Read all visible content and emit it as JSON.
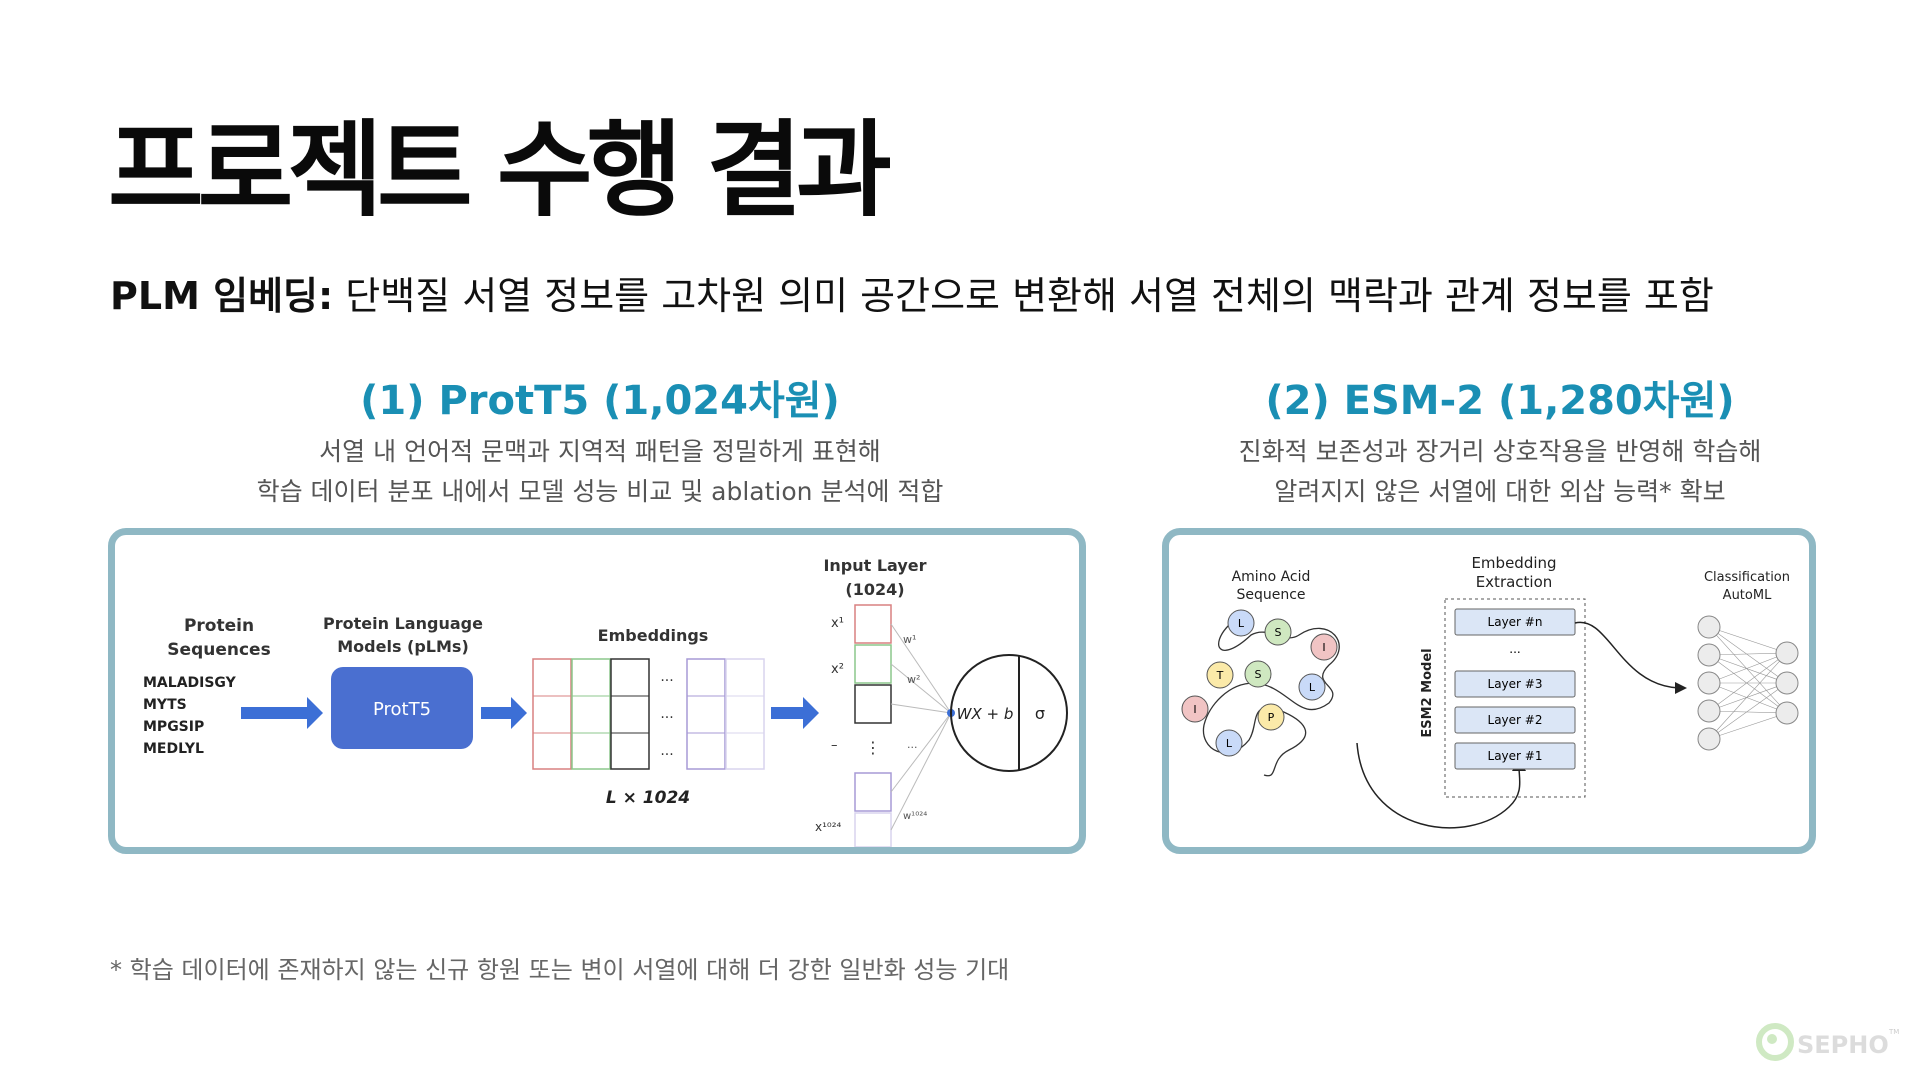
{
  "title": "프로젝트 수행 결과",
  "subtitle": {
    "label": "PLM 임베딩:",
    "text": "단백질 서열 정보를 고차원 의미 공간으로 변환해 서열 전체의 맥락과 관계 정보를 포함"
  },
  "sections": [
    {
      "heading": "(1) ProtT5 (1,024차원)",
      "desc_line1": "서열 내 언어적 문맥과 지역적 패턴을 정밀하게 표현해",
      "desc_line2": "학습 데이터 분포 내에서 모델 성능 비교 및 ablation 분석에 적합",
      "diagram": {
        "protein_title_1": "Protein",
        "protein_title_2": "Sequences",
        "sequences": [
          "MALADISGY",
          "MYTS",
          "MPGSIP",
          "MEDLYL"
        ],
        "plm_title_1": "Protein Language",
        "plm_title_2": "Models (pLMs)",
        "plm_box": "ProtT5",
        "embeddings_title": "Embeddings",
        "embeddings_dim": "L × 1024",
        "dots": "...",
        "input_title_1": "Input Layer",
        "input_title_2": "(1024)",
        "x1": "x¹",
        "x2": "x²",
        "xn": "x¹⁰²⁴",
        "w1": "w¹",
        "w2": "w²",
        "wn": "w¹⁰²⁴",
        "neuron_formula": "WX + b",
        "neuron_activation": "σ",
        "vdots": "⋮",
        "hdots": "···",
        "dash": "–"
      }
    },
    {
      "heading": "(2) ESM-2 (1,280차원)",
      "desc_line1": "진화적 보존성과 장거리 상호작용을 반영해 학습해",
      "desc_line2": "알려지지 않은 서열에 대한 외삽 능력* 확보",
      "diagram": {
        "aa_title_1": "Amino Acid",
        "aa_title_2": "Sequence",
        "residues": [
          "L",
          "S",
          "I",
          "T",
          "S",
          "L",
          "I",
          "P",
          "L"
        ],
        "emb_title_1": "Embedding",
        "emb_title_2": "Extraction",
        "model_label": "ESM2 Model",
        "layers": [
          "Layer #n",
          "Layer #3",
          "Layer #2",
          "Layer #1"
        ],
        "layer_dots": "...",
        "cls_title_1": "Classification",
        "cls_title_2": "AutoML"
      }
    }
  ],
  "footnote": "* 학습 데이터에 존재하지 않는 신규 항원 또는 변이 서열에 대해 더 강한 일반화 성능 기대",
  "logo": {
    "text": "SEPHO",
    "tm": "TM"
  },
  "colors": {
    "accent": "#1a8fb4",
    "frame": "#8fb8c4",
    "protT5_box": "#4a6fd0",
    "arrow": "#3c6fd6",
    "emb_red": "#d98080",
    "emb_green": "#8cc78c",
    "emb_purple": "#a79ad6",
    "node_blue": "#c9daf8",
    "node_green": "#cfe8c0",
    "node_red": "#f1c4c4",
    "node_yellow": "#fbeaa9"
  }
}
